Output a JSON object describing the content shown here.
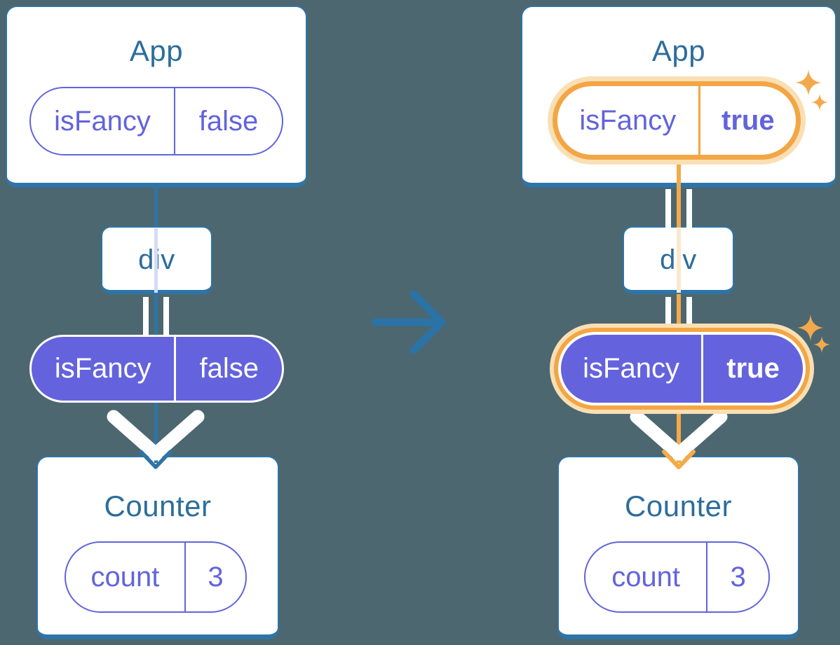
{
  "colors": {
    "background": "#4C6770",
    "card_border_teal": "#2F74A6",
    "title_text": "#2C6D9C",
    "pill_purple": "#6463DD",
    "pill_text_purple": "#6164DC",
    "highlight_orange": "#F2A644",
    "highlight_orange_pale": "#FADFB4",
    "pass_line_white": "#FFFFFF",
    "faint_line_lavender": "#D4DBF4",
    "faint_line_peach": "#FBE8CC"
  },
  "middle": {
    "icon": "right-arrow"
  },
  "before": {
    "app": {
      "title": "App",
      "prop": {
        "name": "isFancy",
        "value": "false"
      }
    },
    "container": {
      "title": "div"
    },
    "passed_prop": {
      "name": "isFancy",
      "value": "false"
    },
    "counter": {
      "title": "Counter",
      "state": {
        "name": "count",
        "value": "3"
      }
    }
  },
  "after": {
    "app": {
      "title": "App",
      "prop": {
        "name": "isFancy",
        "value": "true"
      }
    },
    "container": {
      "title": "div"
    },
    "passed_prop": {
      "name": "isFancy",
      "value": "true"
    },
    "counter": {
      "title": "Counter",
      "state": {
        "name": "count",
        "value": "3"
      }
    }
  }
}
